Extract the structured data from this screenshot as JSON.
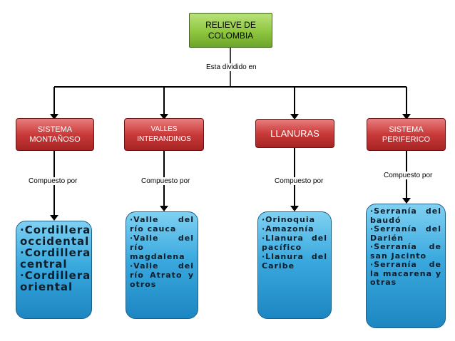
{
  "root": {
    "title": "RELIEVE DE COLOMBIA"
  },
  "connector_label": "Esta dividido en",
  "categories": [
    {
      "label": "SISTEMA MONTAÑOSO",
      "relation": "Compuesto por",
      "items": [
        "·Cordillera occidental",
        "·Cordillera central",
        "·Cordillera oriental"
      ]
    },
    {
      "label": "VALLES INTERANDINOS",
      "relation": "Compuesto por",
      "items": [
        "·Valle del río cauca",
        "·Valle del río magdalena",
        "·Valle del río Atrato y otros"
      ]
    },
    {
      "label": "LLANURAS",
      "relation": "Compuesto por",
      "items": [
        "·Orinoquia",
        "·Amazonía",
        "·Llanura del pacífico",
        "·Llanura del Caribe"
      ]
    },
    {
      "label": "SISTEMA PERIFERICO",
      "relation": "Compuesto por",
      "items": [
        "·Serranía del baudó",
        "·Serranía del Darién",
        "·Serranía de san Jacinto",
        "·Serranía de la macarena y otras"
      ]
    }
  ],
  "colors": {
    "root": "#8ec63f",
    "category": "#c93a3a",
    "leaf": "#3aa9de",
    "line": "#000000"
  }
}
